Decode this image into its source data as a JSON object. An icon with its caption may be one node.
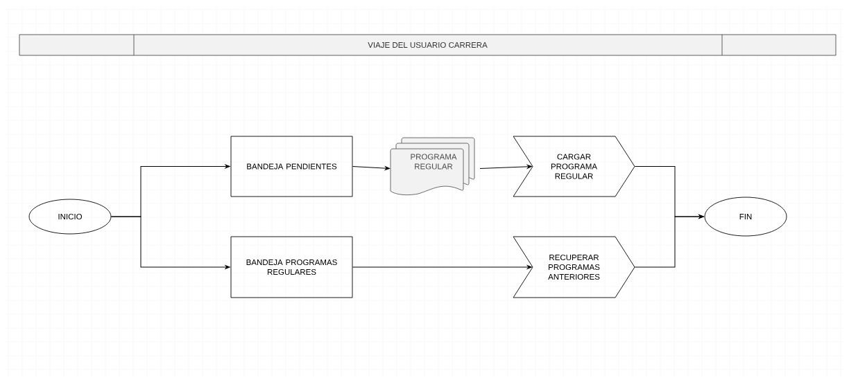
{
  "diagram": {
    "nodes": [
      {
        "text": [
          "VIAJE DEL USUARIO CARRERA"
        ]
      },
      {
        "text": [
          "INICIO"
        ]
      },
      {
        "text": [
          "BANDEJA PENDIENTES"
        ]
      },
      {
        "text": [
          "BANDEJA PROGRAMAS REGULARES"
        ]
      },
      {
        "text": [
          "PROGRAMA REGULAR"
        ]
      },
      {
        "text": [
          "CARGAR PROGRAMA REGULAR"
        ]
      },
      {
        "text": [
          "RECUPERAR PROGRAMAS ANTERIORES"
        ]
      },
      {
        "text": [
          "FIN"
        ]
      }
    ],
    "edges": [
      {
        "from": 1,
        "to": 2,
        "arrow": "to"
      },
      {
        "from": 1,
        "to": 3,
        "arrow": "to"
      },
      {
        "from": 2,
        "to": 4,
        "arrow": "to"
      },
      {
        "from": 4,
        "to": 5,
        "arrow": "to"
      },
      {
        "from": 3,
        "to": 6,
        "arrow": "to"
      },
      {
        "from": 5,
        "to": 7,
        "arrow": "to"
      },
      {
        "from": 6,
        "to": 7,
        "arrow": "to"
      }
    ]
  }
}
